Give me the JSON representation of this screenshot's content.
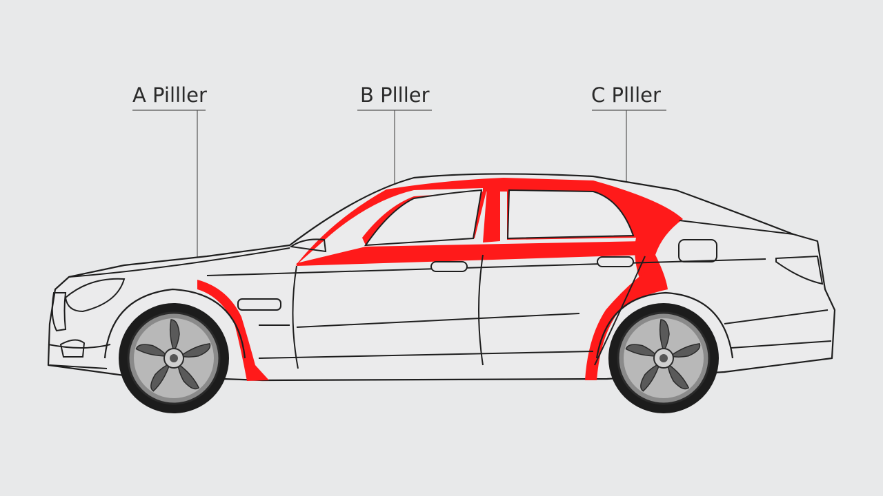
{
  "labels": {
    "a_pillar": "A Pilller",
    "b_pillar": "B Plller",
    "c_pillar": "C Plller"
  },
  "colors": {
    "background": "#e8e9ea",
    "highlight": "#ff1a1a",
    "outline": "#1e1e1e",
    "body_fill": "#ebebec"
  }
}
